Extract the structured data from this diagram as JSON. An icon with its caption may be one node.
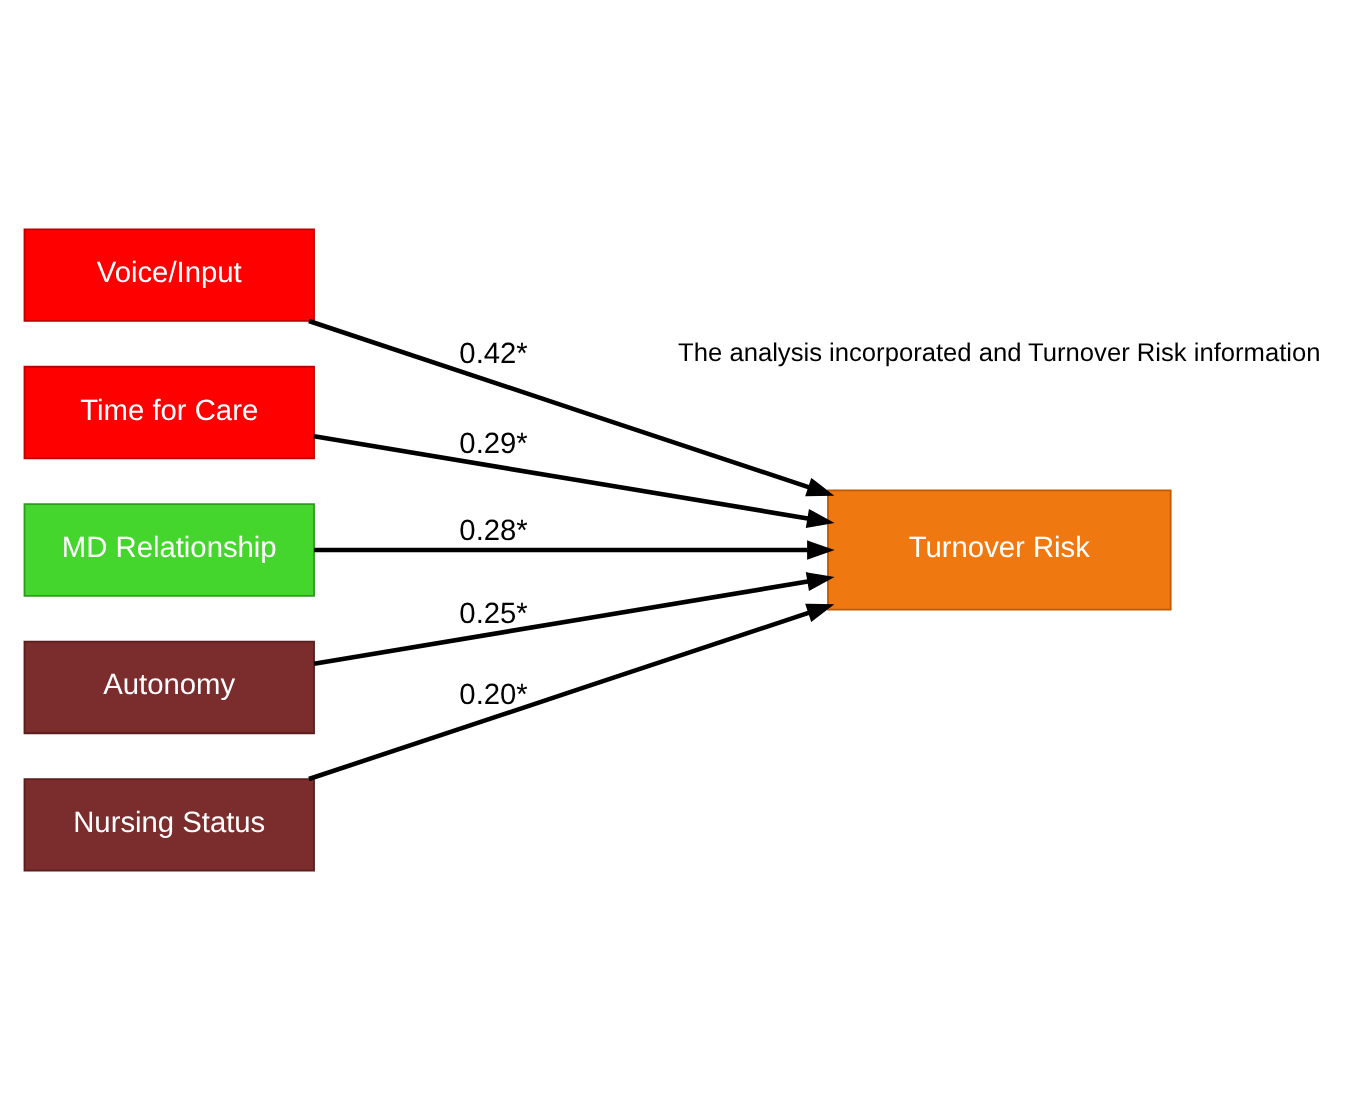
{
  "diagram": {
    "nodes": [
      {
        "text": [
          "Voice/Input"
        ]
      },
      {
        "text": [
          "Time for Care"
        ]
      },
      {
        "text": [
          "MD Relationship"
        ]
      },
      {
        "text": [
          "Autonomy"
        ]
      },
      {
        "text": [
          "Nursing Status"
        ]
      },
      {
        "text": [
          "Turnover Risk"
        ]
      }
    ],
    "edges": [
      {
        "from": 0,
        "to": 5,
        "arrow": "to",
        "label": "0.42*"
      },
      {
        "from": 1,
        "to": 5,
        "arrow": "to",
        "label": "0.29*"
      },
      {
        "from": 2,
        "to": 5,
        "arrow": "to",
        "label": "0.28*"
      },
      {
        "from": 3,
        "to": 5,
        "arrow": "to",
        "label": "0.25*"
      },
      {
        "from": 4,
        "to": 5,
        "arrow": "to",
        "label": "0.20*"
      }
    ],
    "labels": [
      "The analysis incorporated and Turnover Risk information"
    ]
  }
}
